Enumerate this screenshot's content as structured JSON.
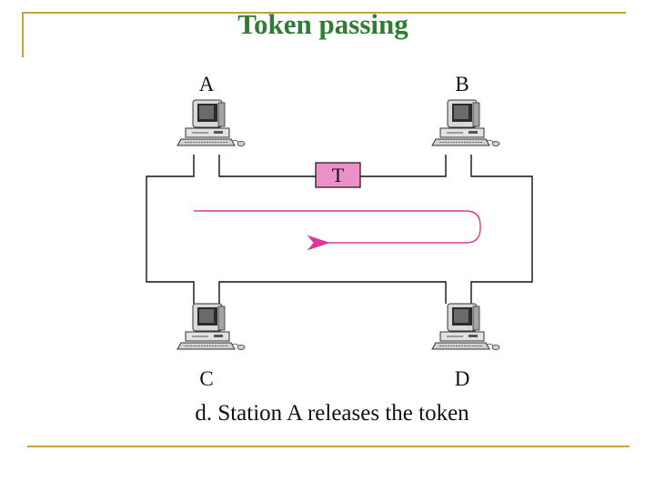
{
  "title": "Token passing",
  "stations": {
    "a": "A",
    "b": "B",
    "c": "C",
    "d": "D"
  },
  "token": {
    "label": "T",
    "fill": "#ee90c8"
  },
  "caption": "d. Station A releases the token",
  "colors": {
    "title": "#2e7d32",
    "frame": "#c8a23c",
    "arrow": "#e0359a"
  }
}
